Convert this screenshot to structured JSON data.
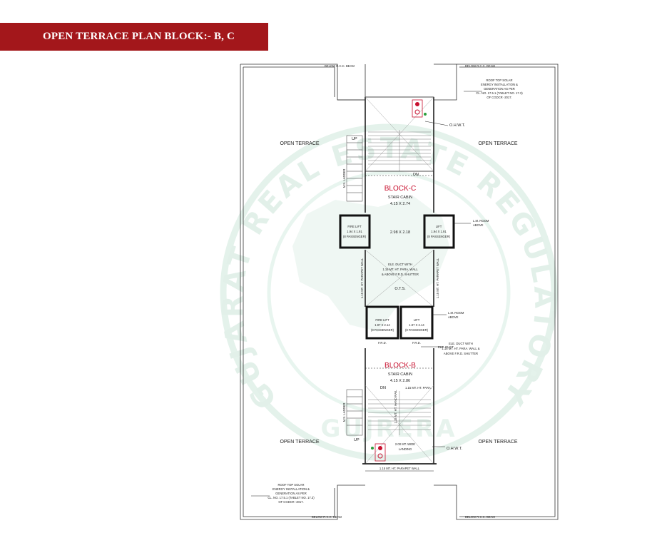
{
  "header": {
    "title": "OPEN TERRACE PLAN BLOCK:- B, C"
  },
  "watermark": {
    "outer_text": "GUJARAT REAL ESTATE REGULATORY AUTHORITY",
    "inner_text": "GUJRERA",
    "color": "#7fbf9f"
  },
  "plan": {
    "open_terrace_tl": "OPEN TERRACE",
    "open_terrace_tr": "OPEN TERRACE",
    "open_terrace_bl": "OPEN TERRACE",
    "open_terrace_br": "OPEN TERRACE",
    "below_rcc_beam": "BELOW R.C.C. BEAM",
    "solar_note_top": [
      "ROOF TOP SOLAR",
      "ENERGY INSTALLATION &",
      "GENERATION AS PER",
      "CL. NO. 17.5.1 (TABLET NO. 17.3)",
      "OF CGDCR -2017."
    ],
    "solar_note_bottom": [
      "ROOF TOP SOLAR",
      "ENERGY INSTALLATION &",
      "GENERATION AS PER",
      "CL. NO. 17.5.1 (TABLET NO. 17.3)",
      "OF CGDCR -2017."
    ],
    "ohwt": "O.H.W.T.",
    "up": "UP",
    "dn": "DN",
    "ms_ladder": "M.S. LADDER",
    "block_c": {
      "name": "BLOCK-C",
      "cabin": "STAIR CABIN",
      "size": "4.15 X 2.74"
    },
    "block_b": {
      "name": "BLOCK-B",
      "cabin": "STAIR CABIN",
      "size": "4.15 X 2.86"
    },
    "c_fire_lift": [
      "FIRE LIFT",
      "1.94 X 1.91",
      "(8 PASSENGER)"
    ],
    "c_lift": [
      "LIFT",
      "1.94 X 1.91",
      "(8 PASSENGER)"
    ],
    "c_lobby": "2.98 X 2.18",
    "lm_room": [
      "L.M. ROOM",
      "ABOVE"
    ],
    "ele_duct": [
      "ELE. DUCT WITH",
      "1.15 MT. HT. PARA. WALL",
      "& ABOVE F.R.D. SHUTTER"
    ],
    "ots": "O.T.S.",
    "parapet_wall": "1.15 MT. HT. PARAPET WALL",
    "b_fire_lift": [
      "FIRE LIFT",
      "1.97 X 2.14",
      "(8 PASSENGER)"
    ],
    "b_lift": [
      "LIFT",
      "1.97 X 2.14",
      "(8 PASSENGER)"
    ],
    "frd": "F.R.D.",
    "ele_duct_short": "ELE. DUCT",
    "ele_duct_b": [
      "ELE. DUCT WITH",
      "1.15 MT. HT. PARA. WALL &",
      "ABOVE F.R.D. SHUTTER"
    ],
    "para_ht": "1.15 MT. HT. PARA.",
    "hand_rail": "1.15 MT. HT. HAND RAIL",
    "landing": [
      "2.00 MT. WIDE",
      "LANDING"
    ],
    "parapet_bottom": "1.15 MT. HT. PARAPET WALL"
  }
}
